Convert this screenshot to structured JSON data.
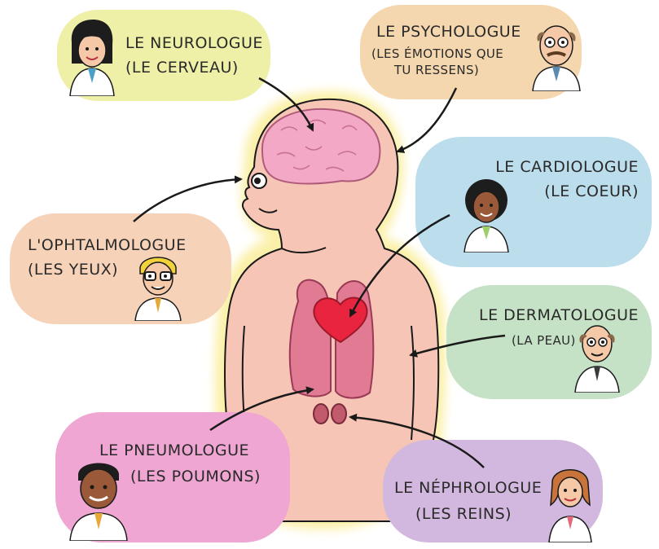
{
  "colors": {
    "neuro": "#EEF0A8",
    "psycho": "#F4D7AE",
    "cardio": "#BCDDEB",
    "ophtal": "#F6D2B8",
    "dermato": "#C6E2C6",
    "pneumo": "#EFA6D2",
    "nephro": "#D2B8DE",
    "body": "#F7C5B5",
    "glow": "#FBF0A8",
    "brain": "#F3A9C6",
    "lungs": "#E17B94",
    "heart": "#E8243F",
    "kidney": "#C25A6E"
  },
  "specialists": {
    "neurologue": {
      "title": "LE NEUROLOGUE",
      "organ": "(LE CERVEAU)"
    },
    "psychologue": {
      "title": "LE PSYCHOLOGUE",
      "organ_l1": "(LES ÉMOTIONS QUE",
      "organ_l2": "TU RESSENS)"
    },
    "cardiologue": {
      "title": "LE CARDIOLOGUE",
      "organ": "(LE COEUR)"
    },
    "ophtalmologue": {
      "title": "L'OPHTALMOLOGUE",
      "organ": "(LES YEUX)"
    },
    "dermatologue": {
      "title": "LE DERMATOLOGUE",
      "organ": "(LA PEAU)"
    },
    "pneumologue": {
      "title": "LE PNEUMOLOGUE",
      "organ": "(LES POUMONS)"
    },
    "nephrologue": {
      "title": "LE NÉPHROLOGUE",
      "organ": "(LES REINS)"
    }
  }
}
